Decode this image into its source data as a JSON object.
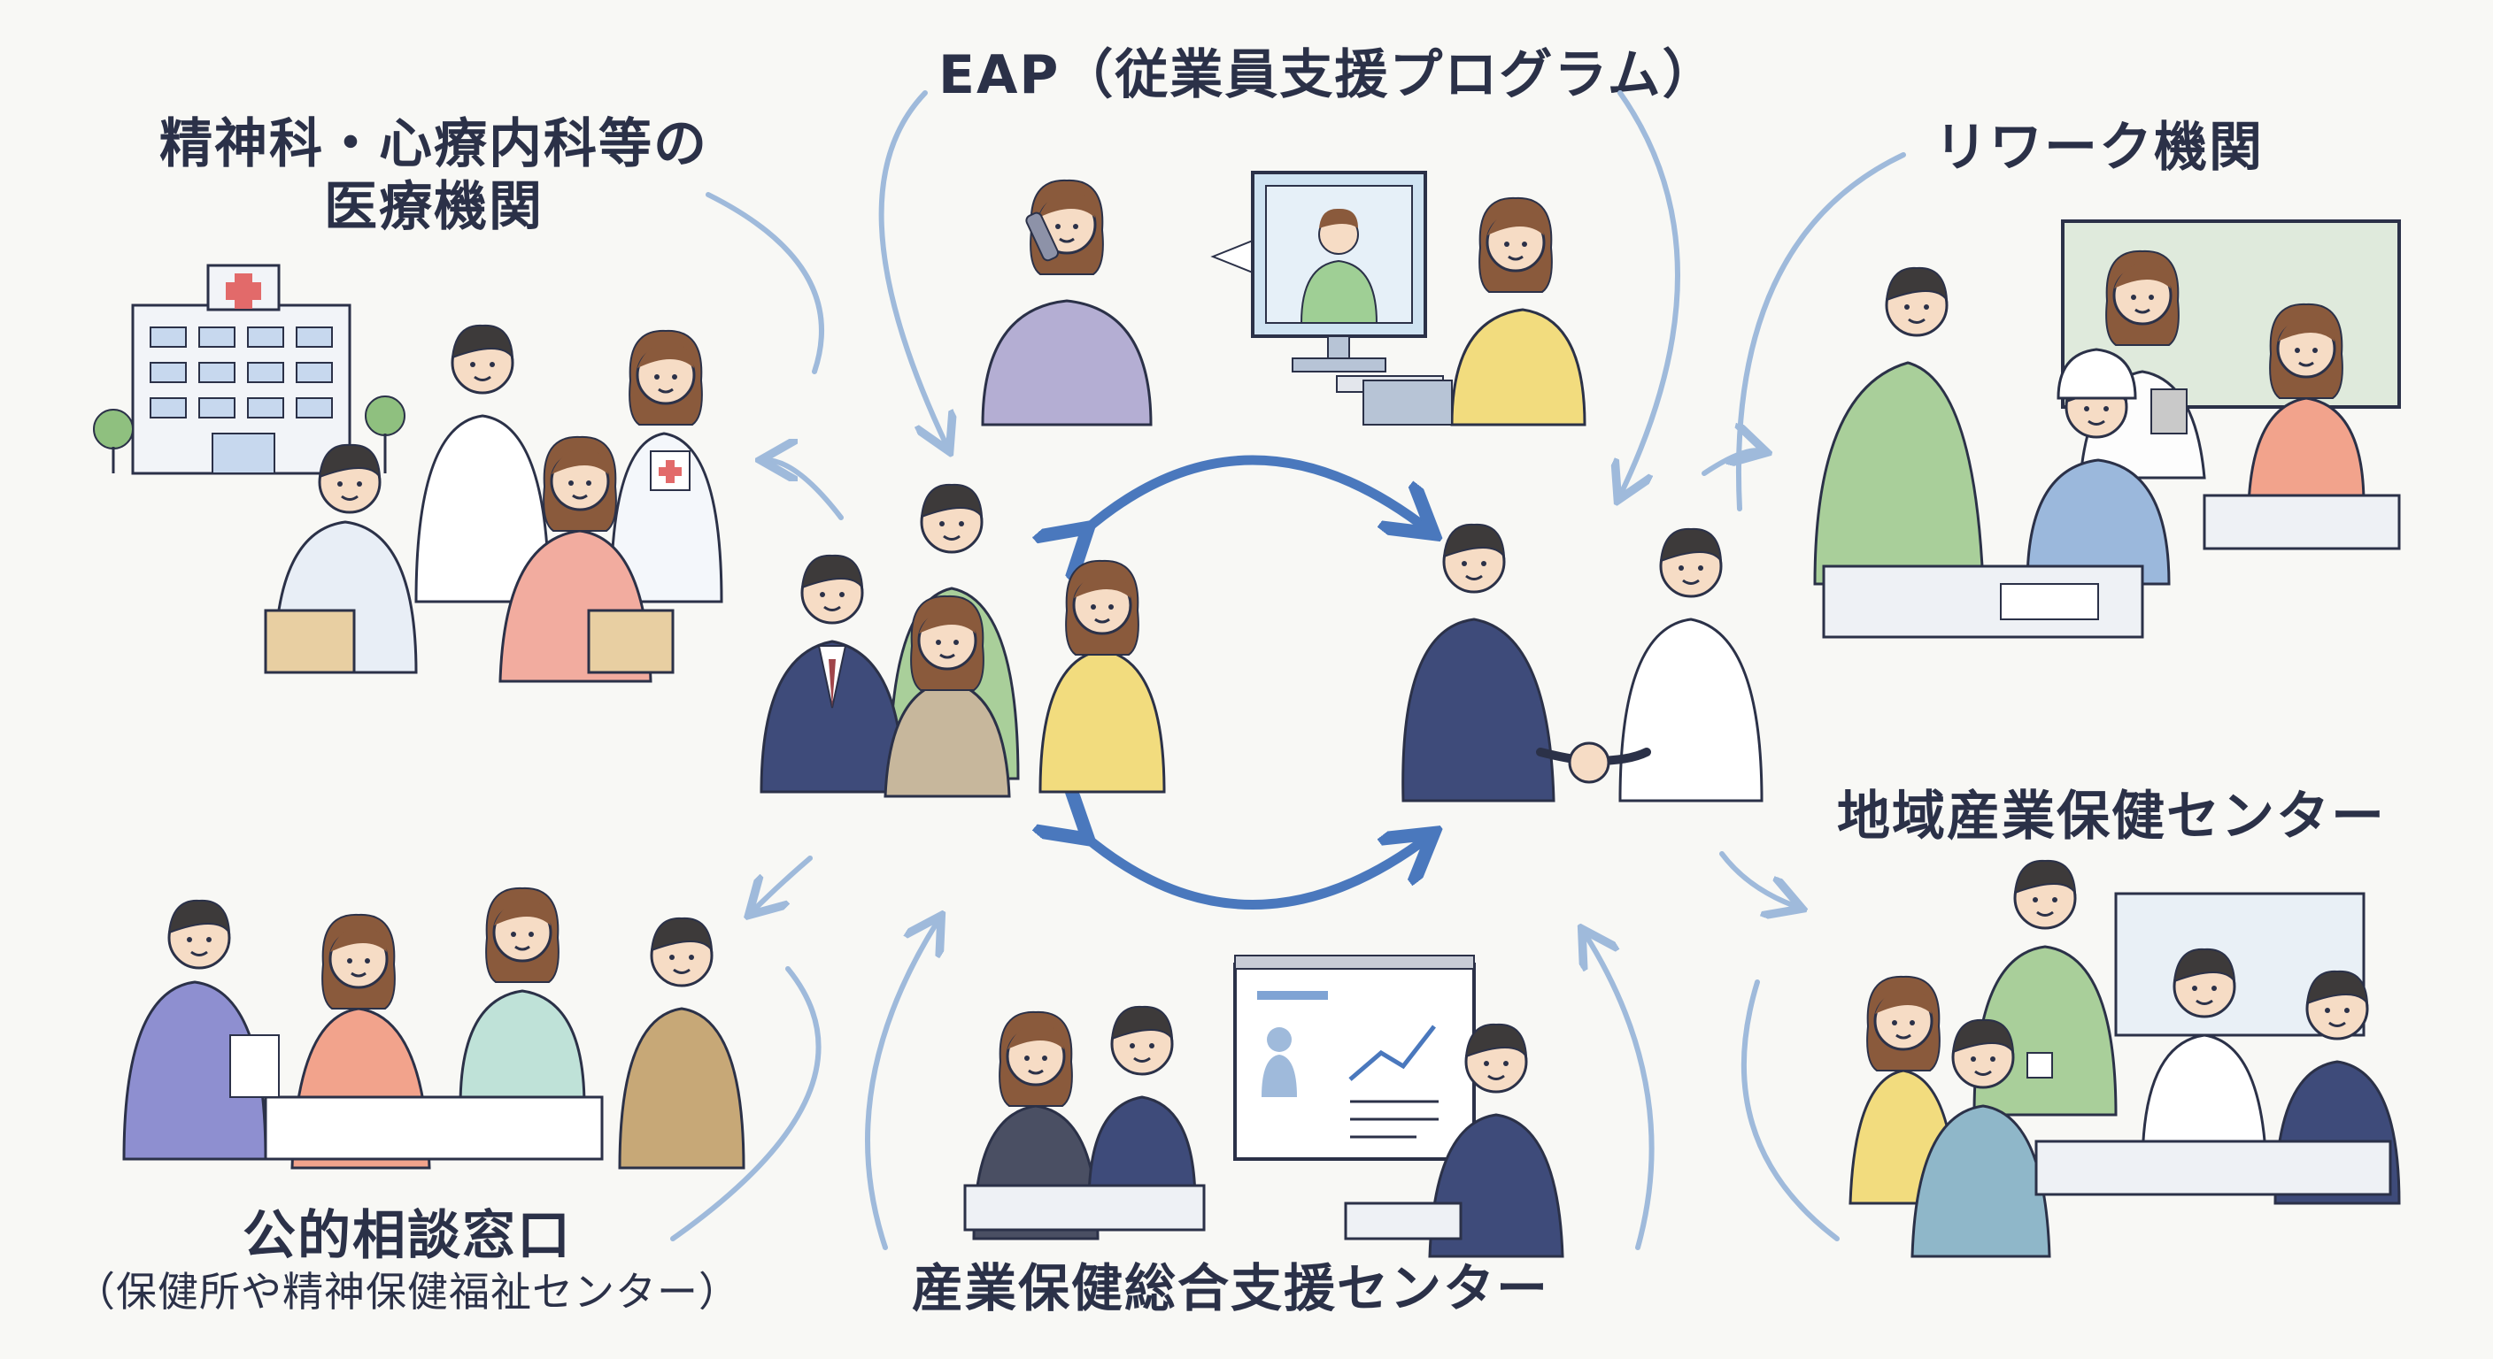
{
  "labels": {
    "eap": "EAP（従業員支援プログラム）",
    "medical_line1": "精神科・心療内科等の",
    "medical_line2": "医療機関",
    "rework": "リワーク機関",
    "regional": "地域産業保健センター",
    "public_line1": "公的相談窓口",
    "public_line2": "（保健所や精神保健福祉センター）",
    "support_center": "産業保健総合支援センター"
  },
  "colors": {
    "arrow_outer": "#9fbadb",
    "arrow_center": "#4a78bd",
    "navy": "#34406b",
    "green": "#a9cf9a",
    "yellow": "#f2dc7e",
    "pink": "#f0b4a8",
    "skin": "#f6dcc5"
  }
}
